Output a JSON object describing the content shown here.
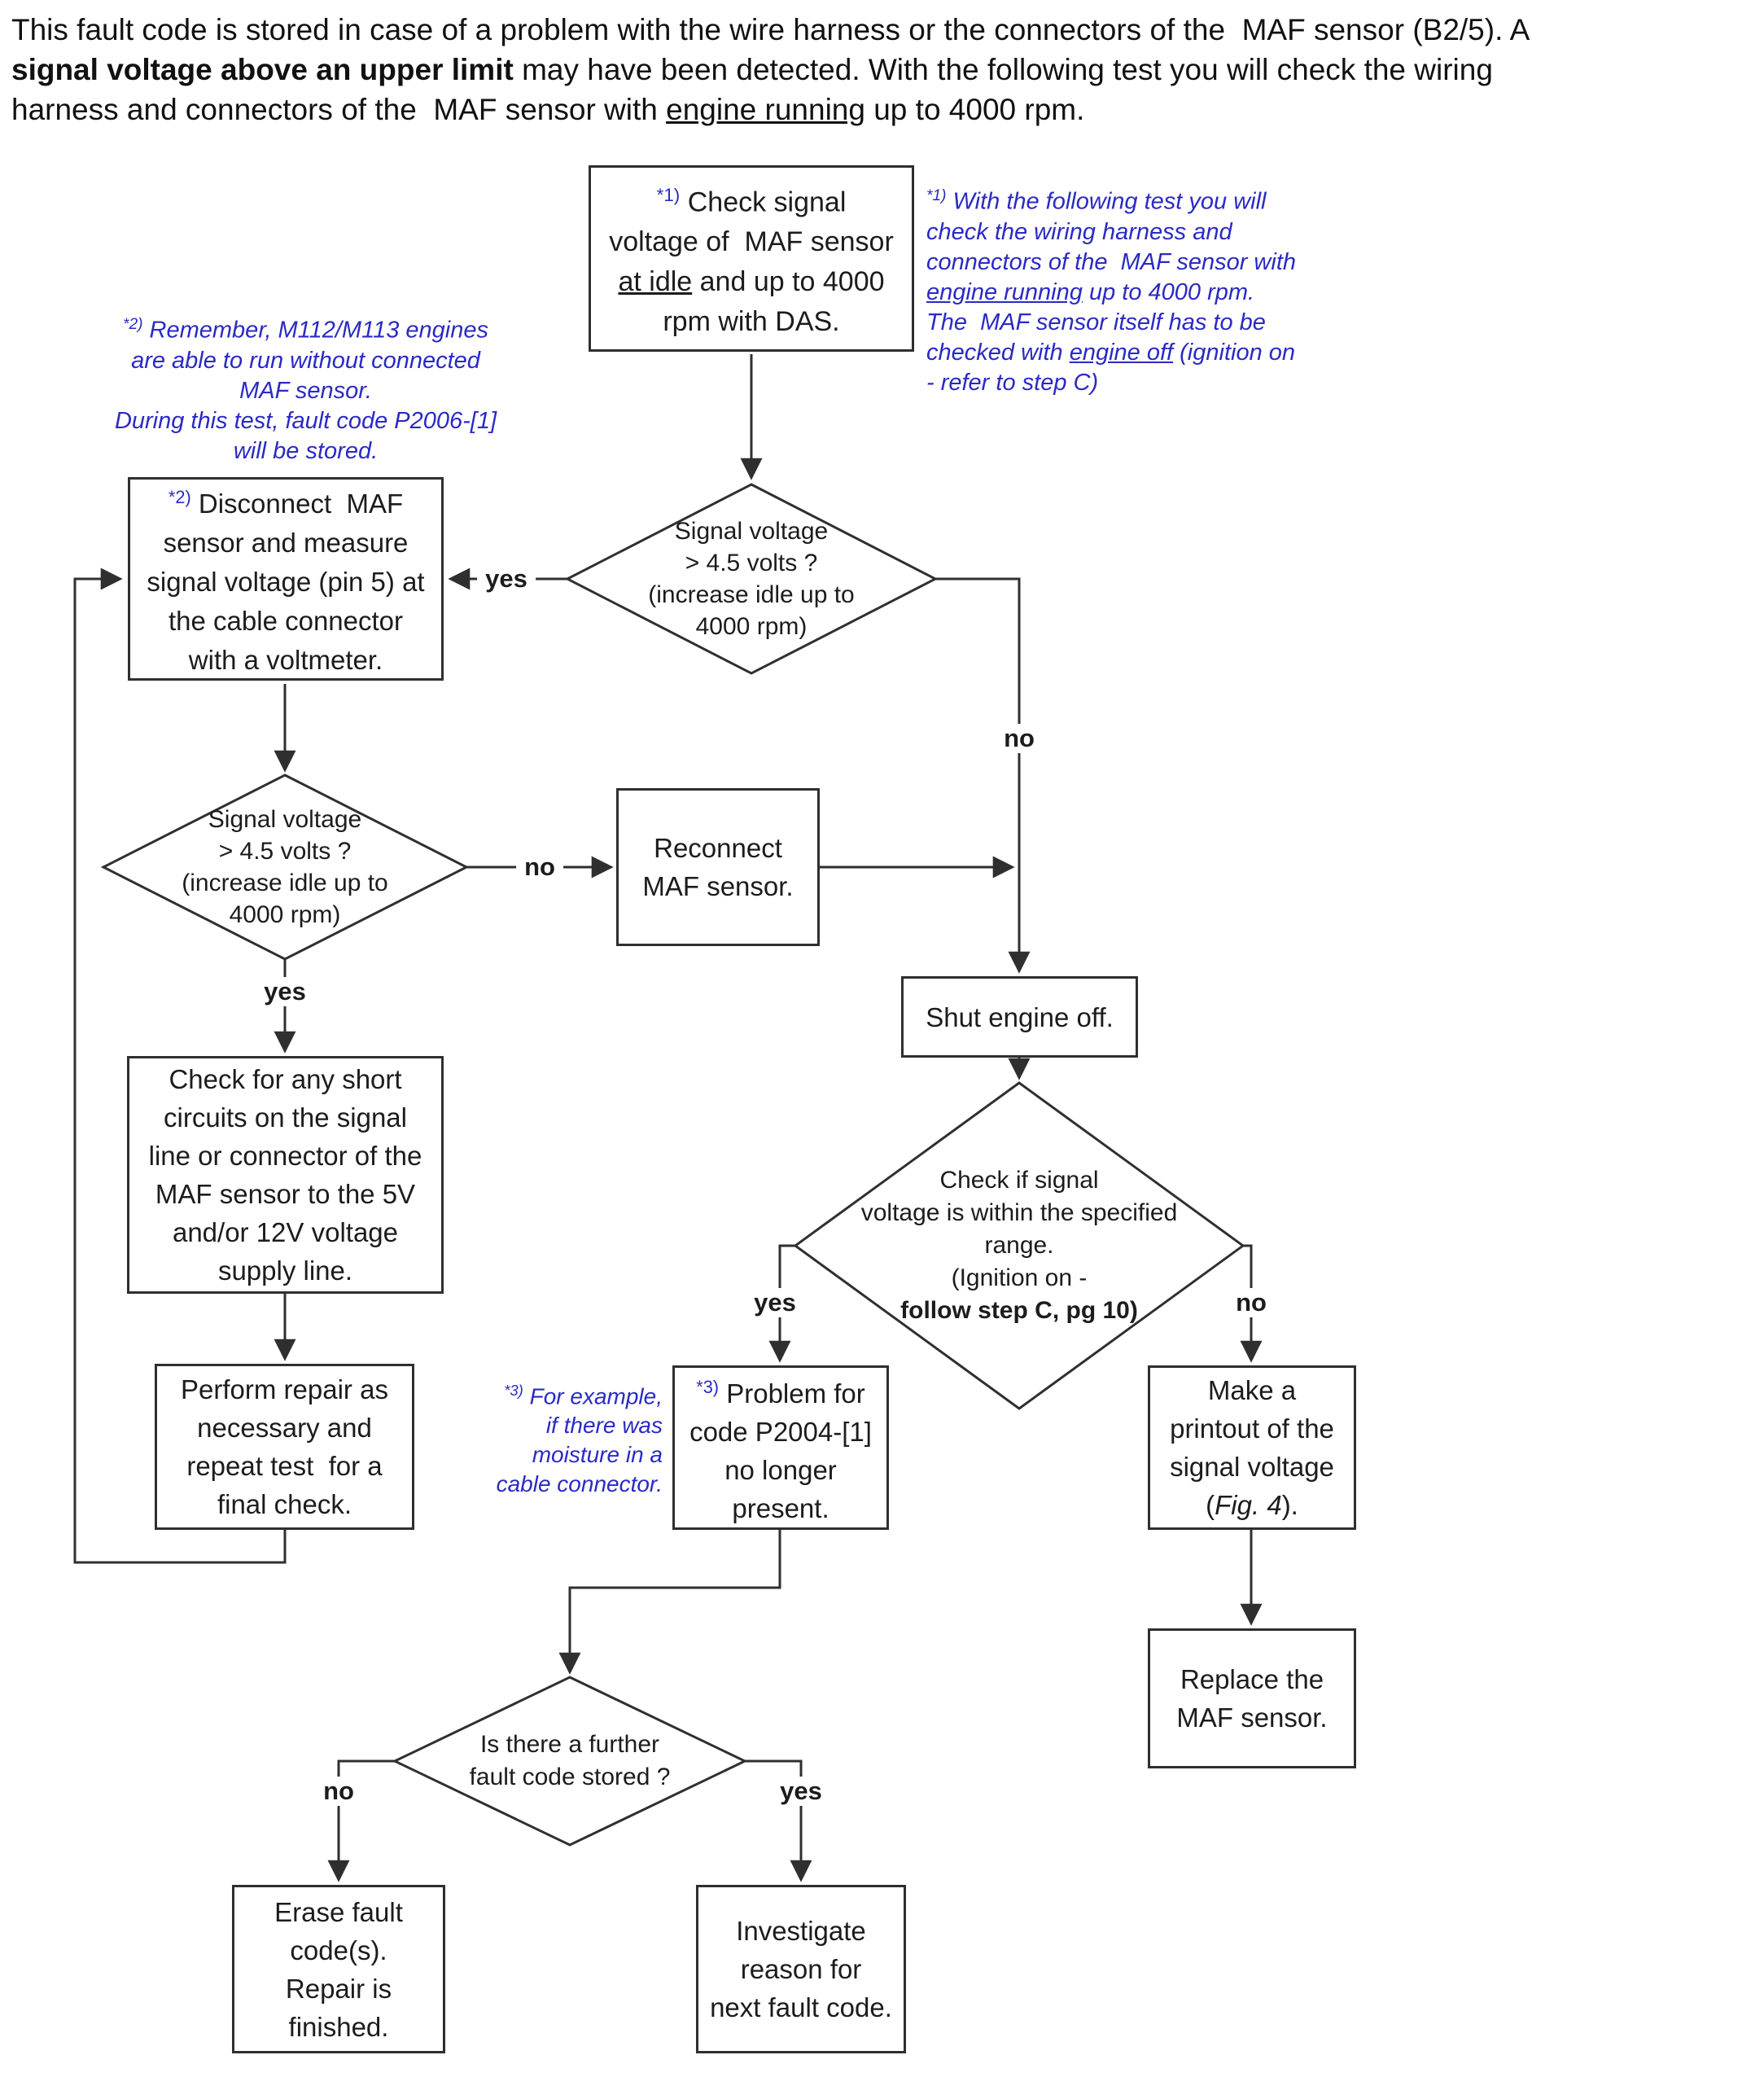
{
  "colors": {
    "accent_blue": "#2a2ac4",
    "line": "#2f2f2f"
  },
  "header": {
    "l1": "This fault code is stored in case of a problem with the wire harness or the connectors of the  MAF sensor (B2/5). A",
    "l2a": "signal voltage above an upper limit",
    "l2b": " may have been detected. With the following test you will check the wiring",
    "l3a": "harness and connectors of the  MAF sensor with ",
    "l3b": "engine running",
    "l3c": " up to 4000 rpm."
  },
  "notes": {
    "note1": {
      "sup": "*1)",
      "l1": " With the following test you will",
      "l2": "check the wiring harness and",
      "l3": "connectors of the  MAF sensor with",
      "l4a": "engine running",
      "l4b": " up to 4000 rpm.",
      "l5": "The  MAF sensor itself has to be",
      "l6a": "checked with ",
      "l6b": "engine off",
      "l6c": " (ignition on",
      "l7": "- refer to step C)"
    },
    "note2": {
      "sup": "*2)",
      "l1": " Remember, M112/M113 engines",
      "l2": "are able to run without connected",
      "l3": "MAF sensor.",
      "l4": "During this test, fault code P2006-[1]",
      "l5": "will be stored."
    },
    "note3": {
      "sup": "*3)",
      "l1": " For example,",
      "l2": "if there was",
      "l3": "moisture in a",
      "l4": "cable connector."
    }
  },
  "nodes": {
    "check": {
      "sup": "*1)",
      "l1": " Check signal",
      "l2": "voltage of  MAF sensor",
      "l3a": "at idle",
      "l3b": " and up to 4000",
      "l4": "rpm with DAS."
    },
    "diamond_signal": {
      "l1": "Signal voltage",
      "l2": "> 4.5 volts ?",
      "l3": "(increase idle up to",
      "l4": "4000 rpm)"
    },
    "disconnect": {
      "sup": "*2)",
      "l1": " Disconnect  MAF",
      "l2": "sensor and measure",
      "l3": "signal voltage (pin 5) at",
      "l4": "the cable connector",
      "l5": "with a voltmeter."
    },
    "reconnect": {
      "l1": "Reconnect",
      "l2": "MAF sensor."
    },
    "shut": {
      "l1": "Shut engine off."
    },
    "diamond_range": {
      "l1": "Check if signal",
      "l2": "voltage is within the specified",
      "l3": "range.",
      "l4": "(Ignition on -",
      "l5": "follow step C, pg 10)"
    },
    "short": {
      "l1": "Check for any short",
      "l2": "circuits on the signal",
      "l3": "line or connector of the",
      "l4": "MAF sensor to the 5V",
      "l5": "and/or 12V voltage",
      "l6": "supply line."
    },
    "repair": {
      "l1": "Perform repair as",
      "l2": "necessary and",
      "l3": "repeat test  for a",
      "l4": "final check."
    },
    "problem": {
      "sup": "*3)",
      "l1": " Problem for",
      "l2": "code P2004-[1]",
      "l3": "no longer",
      "l4": "present."
    },
    "printout": {
      "l1": "Make a",
      "l2": "printout of the",
      "l3": "signal voltage",
      "l4a": "(",
      "l4b": "Fig. 4",
      "l4c": ")."
    },
    "replace": {
      "l1": "Replace the",
      "l2": "MAF sensor."
    },
    "diamond_further": {
      "l1": "Is there a further",
      "l2": "fault code stored ?"
    },
    "erase": {
      "l1": "Erase fault",
      "l2": "code(s).",
      "l3": "Repair is",
      "l4": "finished."
    },
    "investigate": {
      "l1": "Investigate",
      "l2": "reason for",
      "l3": "next fault code."
    }
  },
  "labels": {
    "yes": "yes",
    "no": "no"
  }
}
